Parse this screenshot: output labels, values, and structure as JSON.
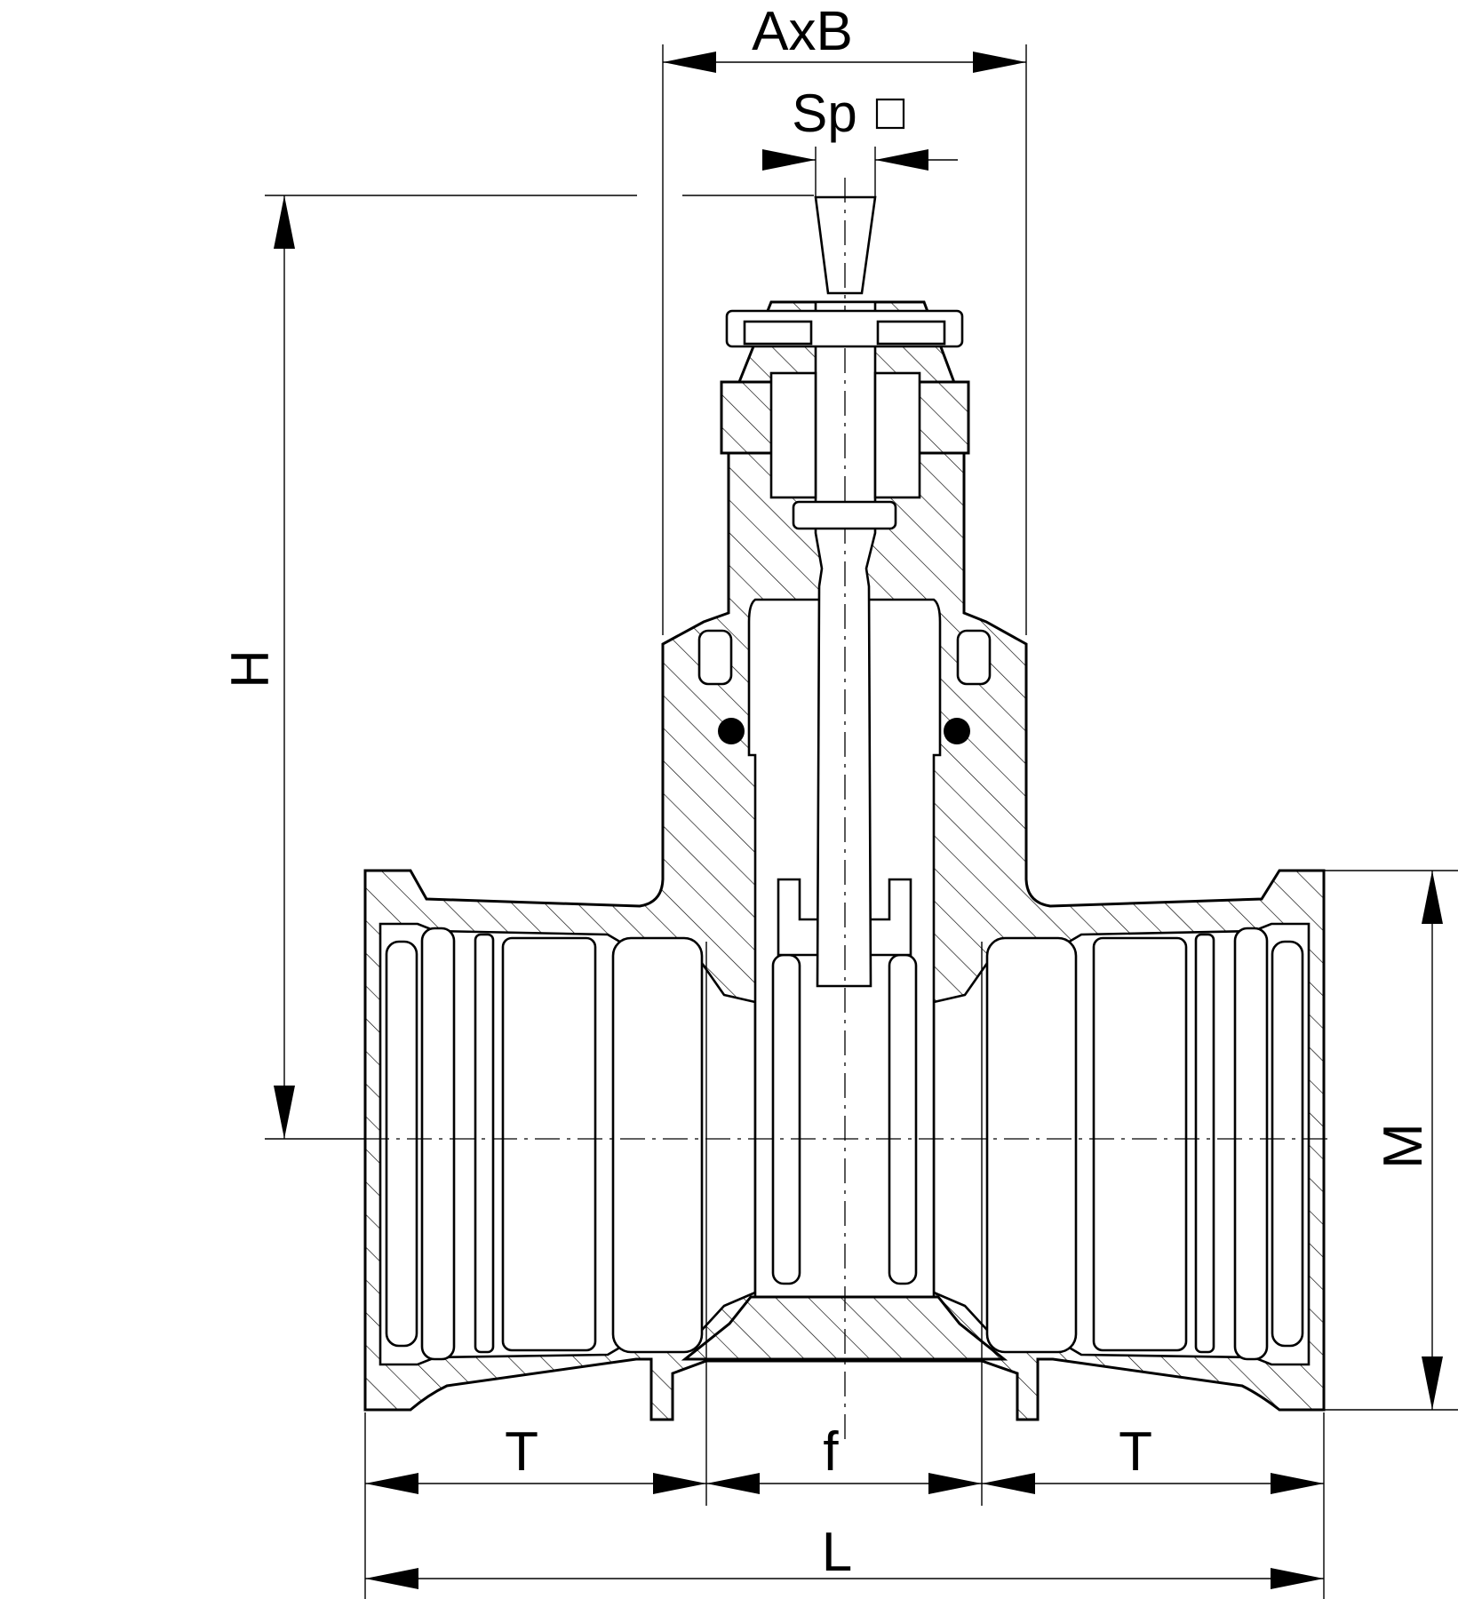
{
  "labels": {
    "axb": "AxB",
    "sp": "Sp",
    "h": "H",
    "m": "M",
    "t_left": "T",
    "f": "f",
    "t_right": "T",
    "l": "L"
  }
}
